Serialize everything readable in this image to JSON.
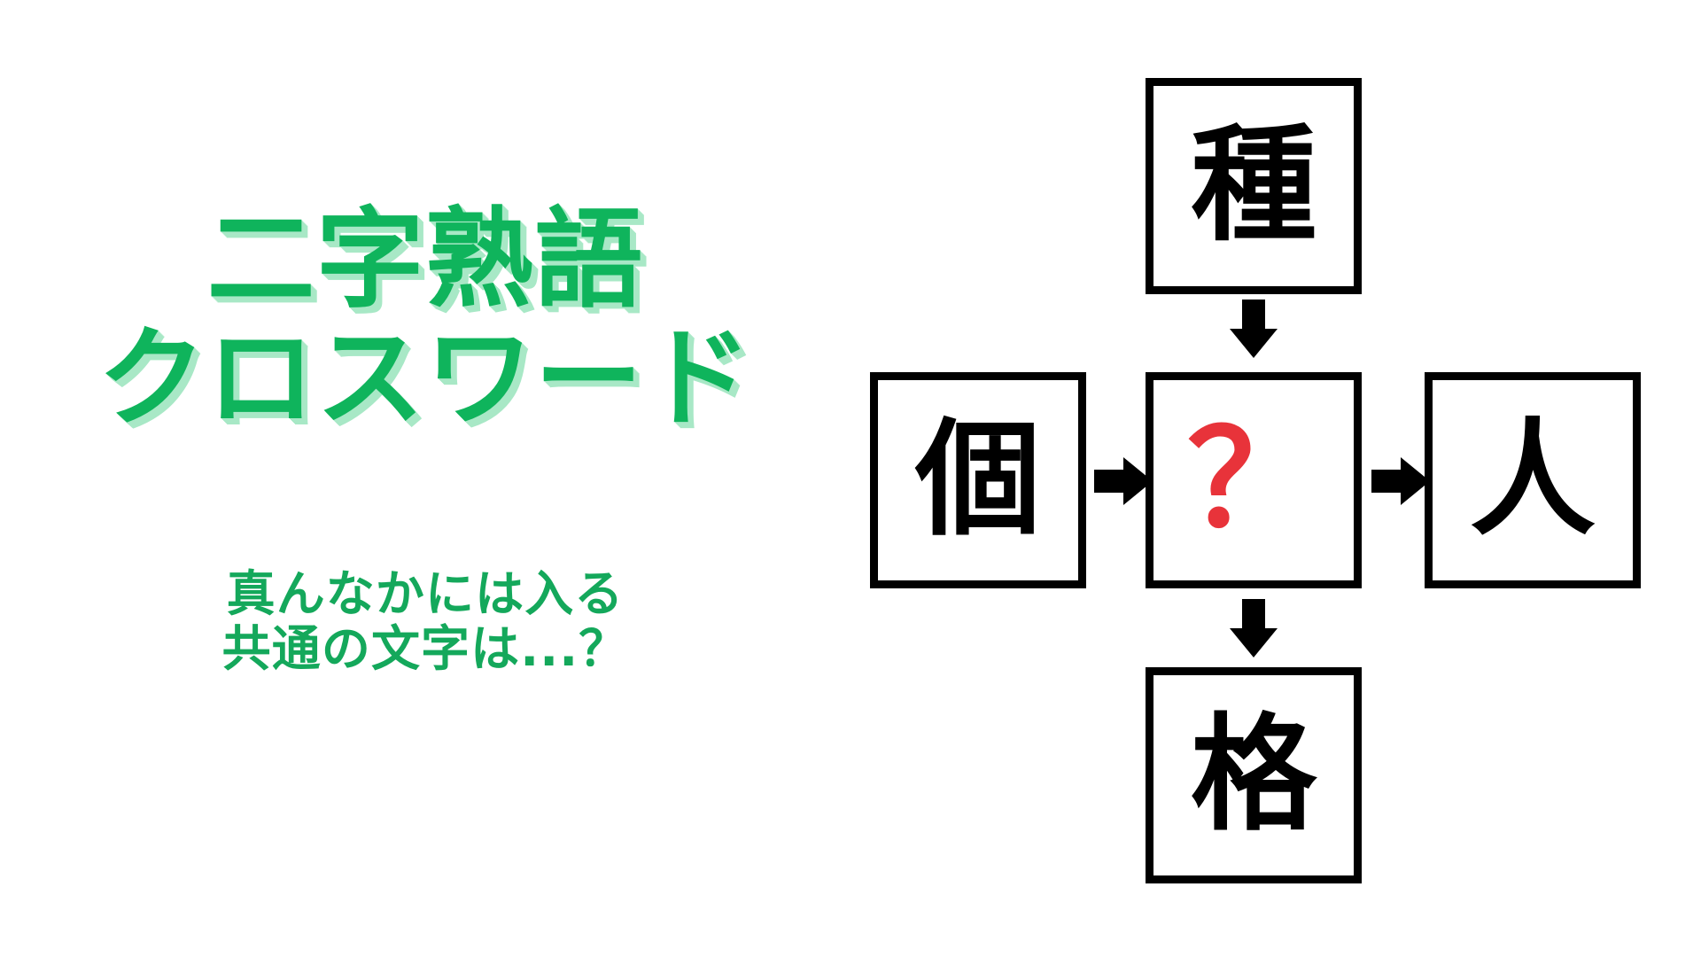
{
  "page": {
    "background_color": "#FFFFFF",
    "accent_green": "#0FB45C",
    "shadow_green": "#A8E8C6",
    "subtitle_green": "#14A85B",
    "unknown_red": "#E8333A",
    "box_border_color": "#000000"
  },
  "title": {
    "line1": "二字熟語",
    "line2": "クロスワード"
  },
  "subtitle": {
    "line1": "真んなかには入る",
    "line2": "共通の文字は...？"
  },
  "puzzle": {
    "top_cell": "種",
    "left_cell": "個",
    "center_cell": "？",
    "right_cell": "人",
    "bottom_cell": "格",
    "arrows": {
      "top_to_center": "↓",
      "left_to_center": "→",
      "center_to_right": "→",
      "center_to_bottom": "↓"
    }
  }
}
